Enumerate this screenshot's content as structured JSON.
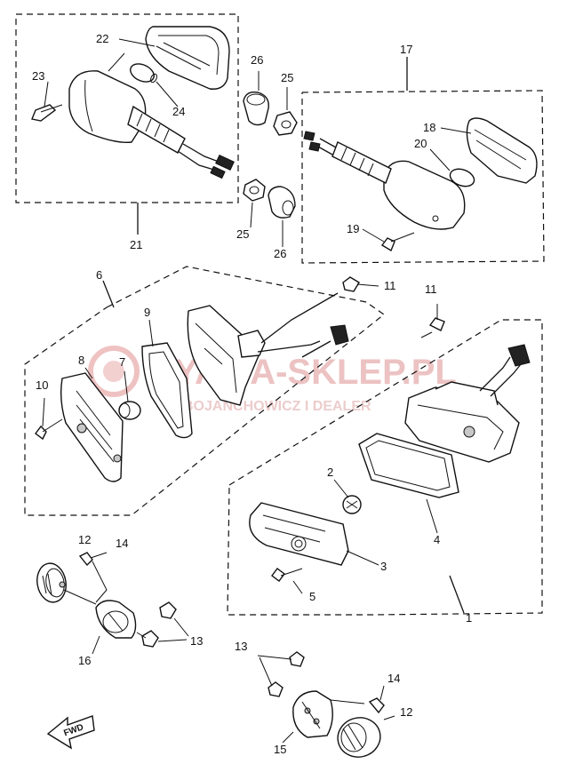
{
  "watermark": {
    "main": "YAMA-SKLEP.PL",
    "sub": "BOJANCHOWICZ I DEALER",
    "color": "#e8b4b4"
  },
  "callouts": {
    "c1": "1",
    "c2": "2",
    "c3": "3",
    "c4": "4",
    "c5": "5",
    "c6": "6",
    "c7": "7",
    "c8": "8",
    "c9": "9",
    "c10": "10",
    "c11a": "11",
    "c11b": "11",
    "c12a": "12",
    "c12b": "12",
    "c13a": "13",
    "c13b": "13",
    "c14a": "14",
    "c14b": "14",
    "c15": "15",
    "c16": "16",
    "c17": "17",
    "c18": "18",
    "c19": "19",
    "c20": "20",
    "c21": "21",
    "c22": "22",
    "c23": "23",
    "c24": "24",
    "c25a": "25",
    "c25b": "25",
    "c26a": "26",
    "c26b": "26"
  },
  "fwd_label": "FWD",
  "line_color": "#111111"
}
